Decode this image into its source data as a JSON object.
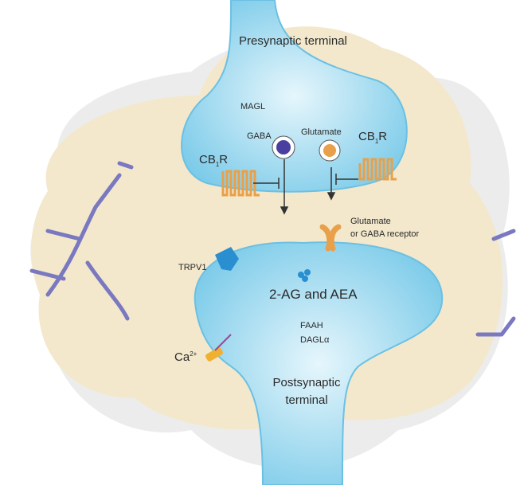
{
  "labels": {
    "presynaptic": "Presynaptic terminal",
    "magl": "MAGL",
    "gaba": "GABA",
    "glutamate": "Glutamate",
    "cb_left": "CB",
    "cb_left_sub": "1",
    "cb_left_suffix": "R",
    "cb_right": "CB",
    "cb_right_sub": "1",
    "cb_right_suffix": "R",
    "receptor_line1": "Glutamate",
    "receptor_line2": "or GABA receptor",
    "trpv1": "TRPV1",
    "endocannabinoids": "2-AG and AEA",
    "faah": "FAAH",
    "dagl": "DAGLα",
    "ca": "Ca",
    "ca_sup": "2+",
    "postsynaptic": "Postsynaptic terminal"
  },
  "colors": {
    "membrane": "#8fd3ee",
    "beige": "#f3e8cc",
    "receptor": "#e8a04a",
    "gaba_vesicle": "#4a3fa0",
    "trpv1": "#2a8fd0"
  }
}
